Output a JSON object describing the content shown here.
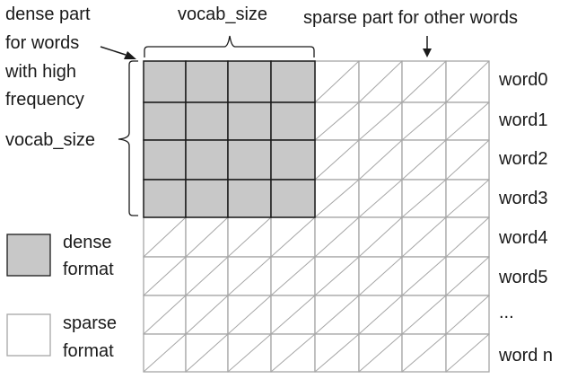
{
  "colors": {
    "dense_fill": "#c8c8c8",
    "dense_stroke": "#1a1a1a",
    "sparse_stroke": "#a6a6a6",
    "text": "#1a1a1a"
  },
  "grid": {
    "total_columns": 8,
    "total_rows": 8,
    "dense_columns": 4,
    "dense_rows": 4
  },
  "labels": {
    "dense_part": [
      "dense part",
      "for words",
      "with high",
      "frequency"
    ],
    "sparse_part": "sparse part for other words",
    "vocab_size_top": "vocab_size",
    "vocab_size_left": "vocab_size"
  },
  "row_labels": [
    "word0",
    "word1",
    "word2",
    "word3",
    "word4",
    "word5",
    "...",
    "word n"
  ],
  "legend": [
    {
      "kind": "dense",
      "lines": [
        "dense",
        "format"
      ]
    },
    {
      "kind": "sparse",
      "lines": [
        "sparse",
        "format"
      ]
    }
  ]
}
